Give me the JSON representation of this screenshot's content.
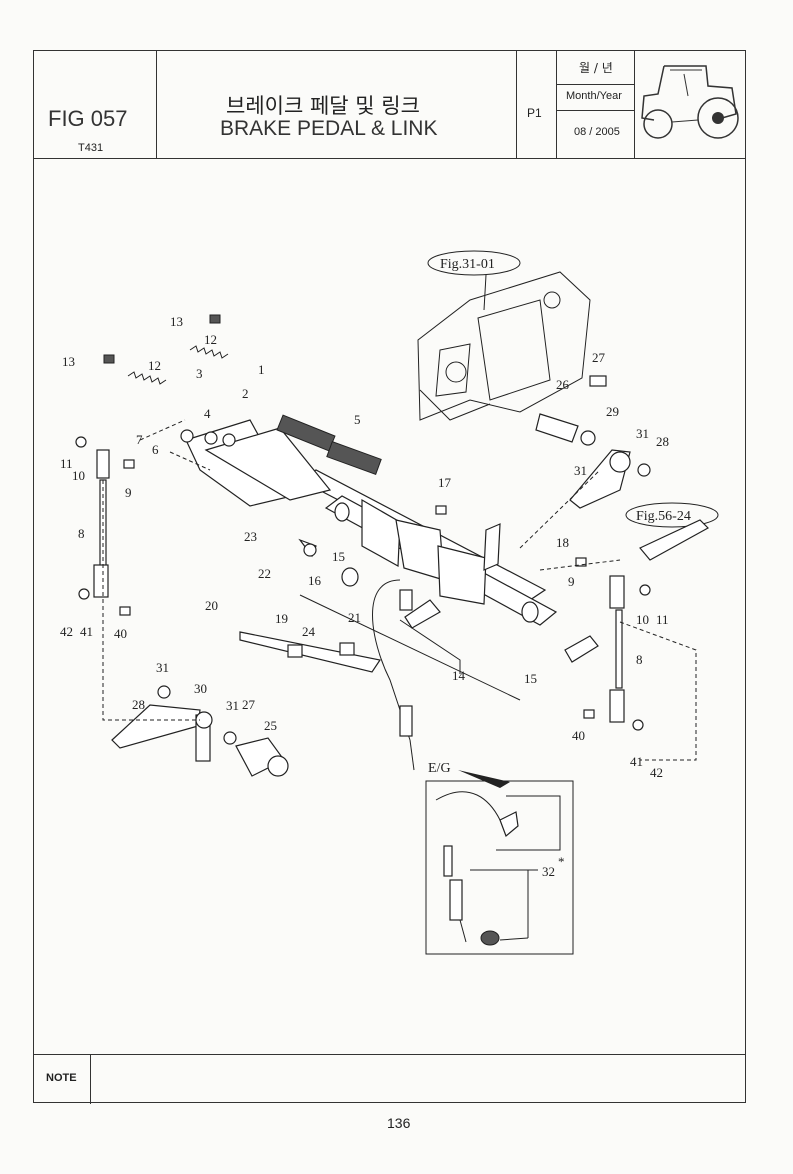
{
  "header": {
    "fig_id": "FIG 057",
    "model": "T431",
    "title_kr": "브레이크 페달 및 링크",
    "title_en": "BRAKE PEDAL &  LINK",
    "page_code": "P1",
    "date_label_kr": "월 / 년",
    "date_label_en": "Month/Year",
    "date_value": "08 / 2005",
    "tractor_icon": "tractor-icon"
  },
  "diagram": {
    "refs": {
      "fig_31": "Fig.31-01",
      "fig_56": "Fig.56-24",
      "eg": "E/G"
    },
    "callouts": {
      "n1": "1",
      "n2": "2",
      "n3": "3",
      "n4": "4",
      "n5": "5",
      "n6": "6",
      "n7": "7",
      "n8a": "8",
      "n8b": "8",
      "n9a": "9",
      "n9b": "9",
      "n10a": "10",
      "n10b": "10",
      "n11a": "11",
      "n11b": "11",
      "n12a": "12",
      "n12b": "12",
      "n13a": "13",
      "n13b": "13",
      "n14": "14",
      "n15a": "15",
      "n15b": "15",
      "n16": "16",
      "n17": "17",
      "n18": "18",
      "n19": "19",
      "n20": "20",
      "n21": "21",
      "n22": "22",
      "n23": "23",
      "n24": "24",
      "n25": "25",
      "n26": "26",
      "n27a": "27",
      "n27b": "27",
      "n28a": "28",
      "n28b": "28",
      "n29": "29",
      "n30": "30",
      "n31a": "31",
      "n31b": "31",
      "n31c": "31",
      "n31d": "31",
      "n32": "32",
      "n32star": "*",
      "n40a": "40",
      "n40b": "40",
      "n41a": "41",
      "n41b": "41",
      "n42a": "42",
      "n42b": "42"
    }
  },
  "note": {
    "label": "NOTE",
    "text": ""
  },
  "footer": {
    "page_number": "136"
  }
}
